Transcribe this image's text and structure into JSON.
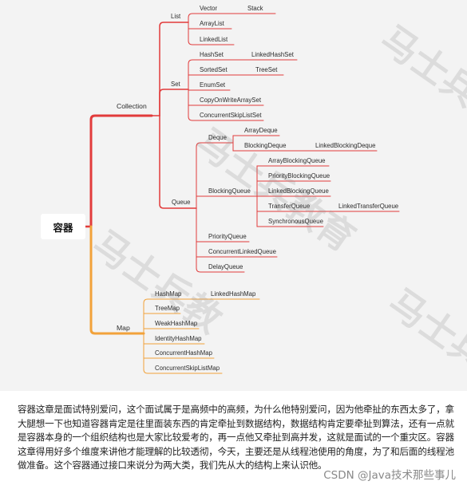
{
  "diagram": {
    "root": "容器",
    "collection": {
      "label": "Collection",
      "list": {
        "label": "List",
        "vector": "Vector",
        "stack": "Stack",
        "array_list": "ArrayList",
        "linked_list": "LinkedList"
      },
      "set": {
        "label": "Set",
        "hash_set": "HashSet",
        "linked_hash_set": "LinkedHashSet",
        "sorted_set": "SortedSet",
        "tree_set": "TreeSet",
        "enum_set": "EnumSet",
        "copy_on_write_array_set": "CopyOnWriteArraySet",
        "concurrent_skip_list_set": "ConcurrentSkipListSet"
      },
      "queue": {
        "label": "Queue",
        "deque": "Deque",
        "array_deque": "ArrayDeque",
        "blocking_deque": "BlockingDeque",
        "linked_blocking_deque": "LinkedBlockingDeque",
        "blocking_queue": "BlockingQueue",
        "array_blocking_queue": "ArrayBlockingQueue",
        "priority_blocking_queue": "PriorityBlockingQueue",
        "linked_blocking_queue": "LinkedBlockingQueue",
        "transfer_queue": "TransferQueue",
        "linked_transfer_queue": "LinkedTransferQueue",
        "synchronous_queue": "SynchronousQueue",
        "priority_queue": "PriorityQueue",
        "concurrent_linked_queue": "ConcurrentLinkedQueue",
        "delay_queue": "DelayQueue"
      }
    },
    "map": {
      "label": "Map",
      "hash_map": "HashMap",
      "linked_hash_map": "LinkedHashMap",
      "tree_map": "TreeMap",
      "weak_hash_map": "WeakHashMap",
      "identity_hash_map": "IdentityHashMap",
      "concurrent_hash_map": "ConcurrentHashMap",
      "concurrent_skip_list_map": "ConcurrentSkipListMap"
    }
  },
  "watermark": {
    "mark1": "马士兵教育",
    "mark2": "马士兵教",
    "mark3": "马士兵"
  },
  "description": "容器这章是面试特别爱问，这个面试属于是高频中的高频，为什么他特别爱问，因为他牵扯的东西太多了，拿大腿想一下也知道容器肯定是往里面装东西的肯定牵扯到数据结构，数据结构肯定要牵扯到算法，还有一点就是容器本身的一个组织结构也是大家比较爱考的，再一点他又牵扯到高并发，这就是面试的一个重灾区。容器这章得用好多个维度来讲他才能理解的比较透彻，今天，主要还是从线程池使用的角度，为了和后面的线程池做准备。这个容器通过接口来说分为两大类，我们先从大的结构上来认识他。",
  "credit": "CSDN @Java技术那些事儿",
  "colors": {
    "collection_branch": "#e23b3b",
    "map_branch": "#f2a23a",
    "background": "#f3f3f3"
  }
}
